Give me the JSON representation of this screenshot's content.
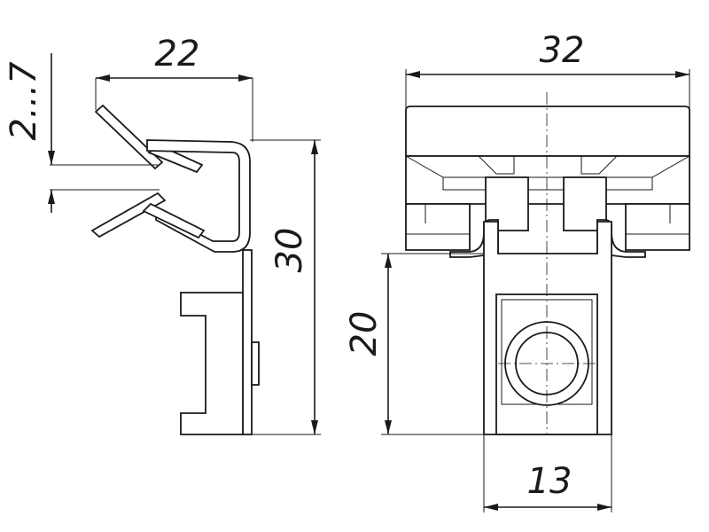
{
  "dimensions": {
    "side_width": "22",
    "side_gap": "2...7",
    "side_height": "30",
    "front_width": "32",
    "front_height": "20",
    "front_bottom": "13"
  },
  "colors": {
    "ink": "#1a1a1a",
    "background": "#ffffff"
  }
}
